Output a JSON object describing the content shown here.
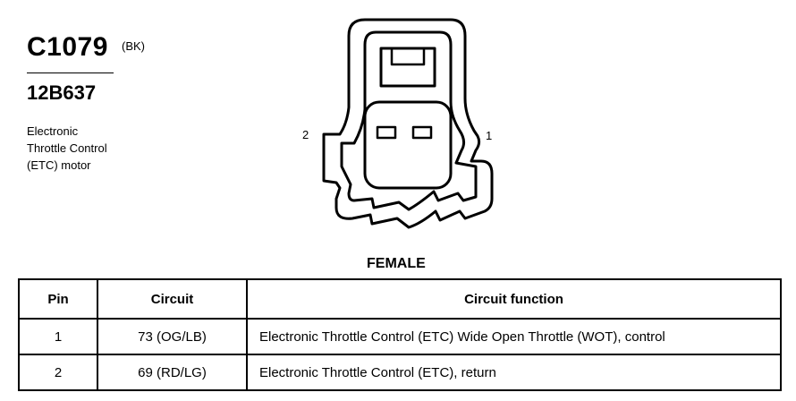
{
  "connector": {
    "id": "C1079",
    "color_code": "(BK)",
    "part_number": "12B637",
    "description_lines": [
      "Electronic",
      "Throttle Control",
      "(ETC) motor"
    ],
    "gender": "FEMALE",
    "pin_labels": {
      "left": "2",
      "right": "1"
    }
  },
  "table": {
    "headers": {
      "pin": "Pin",
      "circuit": "Circuit",
      "function": "Circuit function"
    },
    "rows": [
      {
        "pin": "1",
        "circuit": "73 (OG/LB)",
        "function": "Electronic Throttle Control (ETC) Wide Open Throttle (WOT), control"
      },
      {
        "pin": "2",
        "circuit": "69 (RD/LG)",
        "function": "Electronic Throttle Control (ETC), return"
      }
    ]
  }
}
